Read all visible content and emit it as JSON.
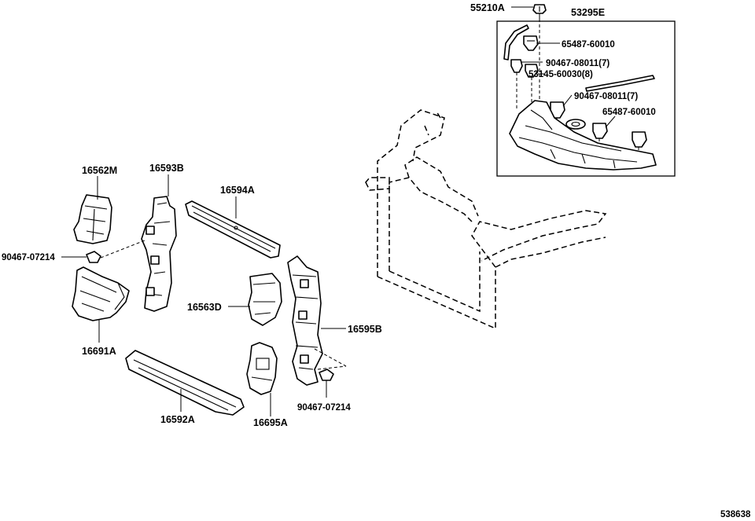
{
  "diagram": {
    "labels": {
      "p55210A": "55210A",
      "p53295E": "53295E",
      "p65487_top": "65487-60010",
      "p90467_08011_top": "90467-08011(7)",
      "p53145": "53145-60030(8)",
      "p90467_08011_mid": "90467-08011(7)",
      "p65487_mid": "65487-60010",
      "p16562M": "16562M",
      "p16593B": "16593B",
      "p16594A": "16594A",
      "p90467_07214_left": "90467-07214",
      "p16563D": "16563D",
      "p16595B": "16595B",
      "p16691A": "16691A",
      "p90467_07214_right": "90467-07214",
      "p16592A": "16592A",
      "p16695A": "16695A"
    },
    "figure_id": "538638"
  }
}
